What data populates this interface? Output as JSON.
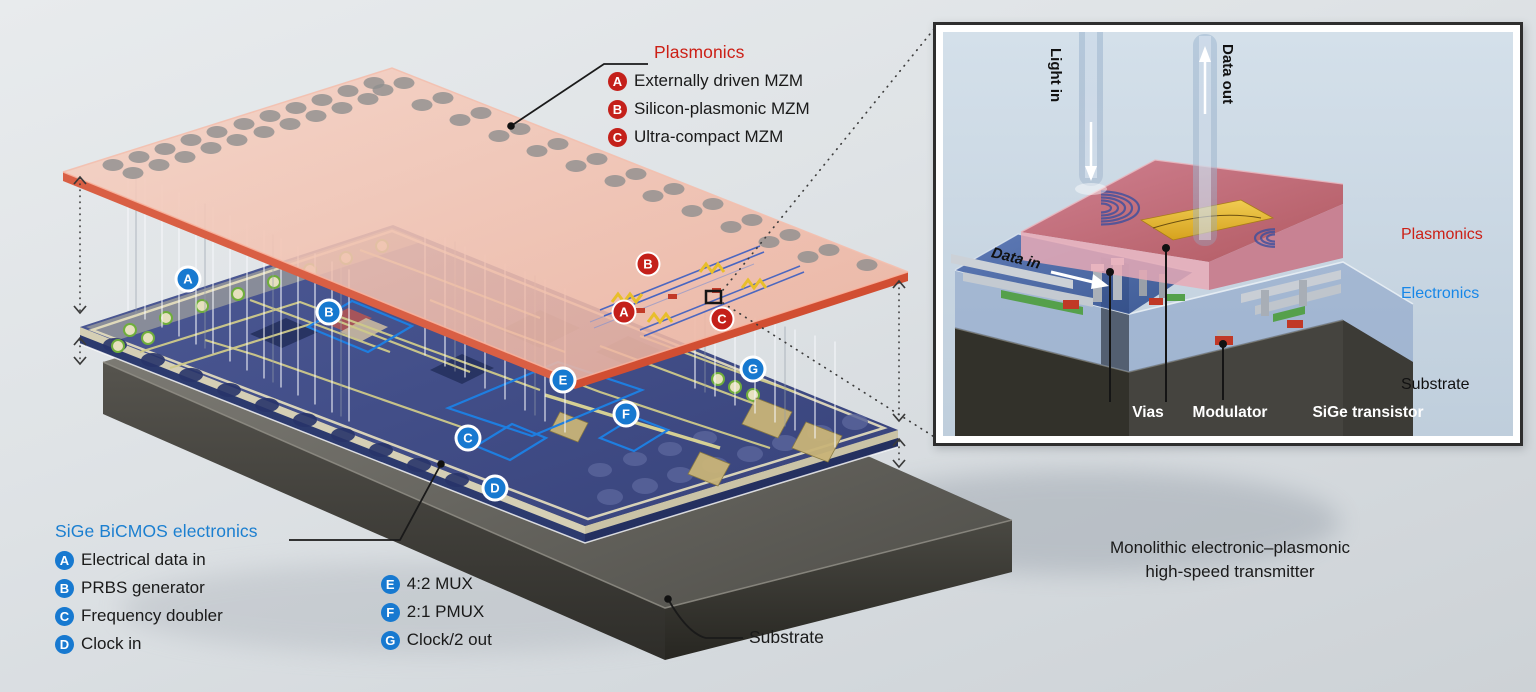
{
  "figure": {
    "plasmonics_legend": {
      "title": "Plasmonics",
      "items": [
        {
          "letter": "A",
          "label": "Externally driven MZM"
        },
        {
          "letter": "B",
          "label": "Silicon-plasmonic MZM"
        },
        {
          "letter": "C",
          "label": "Ultra-compact MZM"
        }
      ]
    },
    "electronics_legend": {
      "title": "SiGe BiCMOS electronics",
      "column1": [
        {
          "letter": "A",
          "label": "Electrical data in"
        },
        {
          "letter": "B",
          "label": "PRBS generator"
        },
        {
          "letter": "C",
          "label": "Frequency doubler"
        },
        {
          "letter": "D",
          "label": "Clock in"
        }
      ],
      "column2": [
        {
          "letter": "E",
          "label": "4:2 MUX"
        },
        {
          "letter": "F",
          "label": "2:1 PMUX"
        },
        {
          "letter": "G",
          "label": "Clock/2 out"
        }
      ]
    },
    "substrate_label": "Substrate",
    "markers": {
      "plasmonic": [
        "A",
        "B",
        "C"
      ],
      "electronic": [
        "A",
        "B",
        "C",
        "D",
        "E",
        "F",
        "G"
      ]
    }
  },
  "inset": {
    "flow_labels": {
      "light_in": "Light in",
      "data_out": "Data out",
      "data_in": "Data in"
    },
    "layer_labels": {
      "plasmonics": "Plasmonics",
      "electronics": "Electronics",
      "substrate": "Substrate"
    },
    "component_labels": {
      "vias": "Vias",
      "modulator": "Modulator",
      "sige_transistor": "SiGe transistor"
    },
    "caption_line1": "Monolithic electronic–plasmonic",
    "caption_line2": "high-speed transmitter"
  },
  "colors": {
    "plasmonics_red": "#c8231c",
    "electronics_blue": "#1779d0",
    "substrate_gray": "#4a4945",
    "board_blue": "#42508c",
    "layer_pink": "#eeb4a2"
  }
}
